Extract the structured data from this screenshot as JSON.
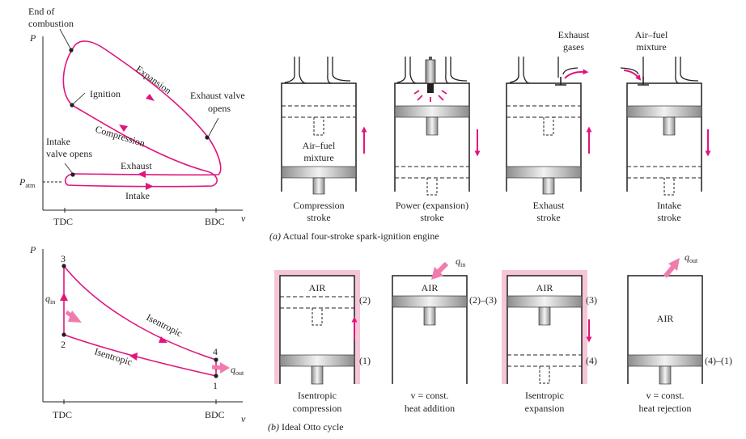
{
  "colors": {
    "cycle": "#e0157d",
    "arrow": "#e0157d",
    "heat_arrow": "#f07cae",
    "wall_shade": "#f5c6d8",
    "ink": "#231f20"
  },
  "actual": {
    "p_axis": "P",
    "v_axis": "v",
    "tdc": "TDC",
    "bdc": "BDC",
    "patm_main": "P",
    "patm_sub": "atm",
    "end_combustion_l1": "End of",
    "end_combustion_l2": "combustion",
    "ignition": "Ignition",
    "expansion": "Expansion",
    "exhaust_valve_l1": "Exhaust valve",
    "exhaust_valve_l2": "opens",
    "compression": "Compression",
    "intake_valve_l1": "Intake",
    "intake_valve_l2": "valve opens",
    "exhaust": "Exhaust",
    "intake": "Intake",
    "engines": [
      {
        "l1": "Compression",
        "l2": "stroke",
        "content_l1": "Air–fuel",
        "content_l2": "mixture"
      },
      {
        "l1": "Power (expansion)",
        "l2": "stroke"
      },
      {
        "l1": "Exhaust",
        "l2": "stroke",
        "top_l1": "Exhaust",
        "top_l2": "gases"
      },
      {
        "l1": "Intake",
        "l2": "stroke",
        "top_l1": "Air–fuel",
        "top_l2": "mixture"
      }
    ],
    "caption_letter": "(a)",
    "caption_text": " Actual four-stroke spark-ignition engine"
  },
  "ideal": {
    "p_axis": "P",
    "v_axis": "v",
    "tdc": "TDC",
    "bdc": "BDC",
    "states": [
      "1",
      "2",
      "3",
      "4"
    ],
    "q_in_main": "q",
    "q_in_sub": "in",
    "q_out_main": "q",
    "q_out_sub": "out",
    "isentropic_upper": "Isentropic",
    "isentropic_lower": "Isentropic",
    "engines": [
      {
        "l1": "Isentropic",
        "l2": "compression",
        "air": "AIR",
        "mark_top": "(2)",
        "mark_bottom": "(1)"
      },
      {
        "l1": "v = const.",
        "l2": "heat addition",
        "air": "AIR",
        "mark_top": "(2)–(3)",
        "q_main": "q",
        "q_sub": "in"
      },
      {
        "l1": "Isentropic",
        "l2": "expansion",
        "air": "AIR",
        "mark_top": "(3)",
        "mark_bottom": "(4)"
      },
      {
        "l1": "v = const.",
        "l2": "heat rejection",
        "air": "AIR",
        "mark_bottom": "(4)–(1)",
        "q_main": "q",
        "q_sub": "out"
      }
    ],
    "caption_letter": "(b)",
    "caption_text": " Ideal Otto cycle"
  }
}
